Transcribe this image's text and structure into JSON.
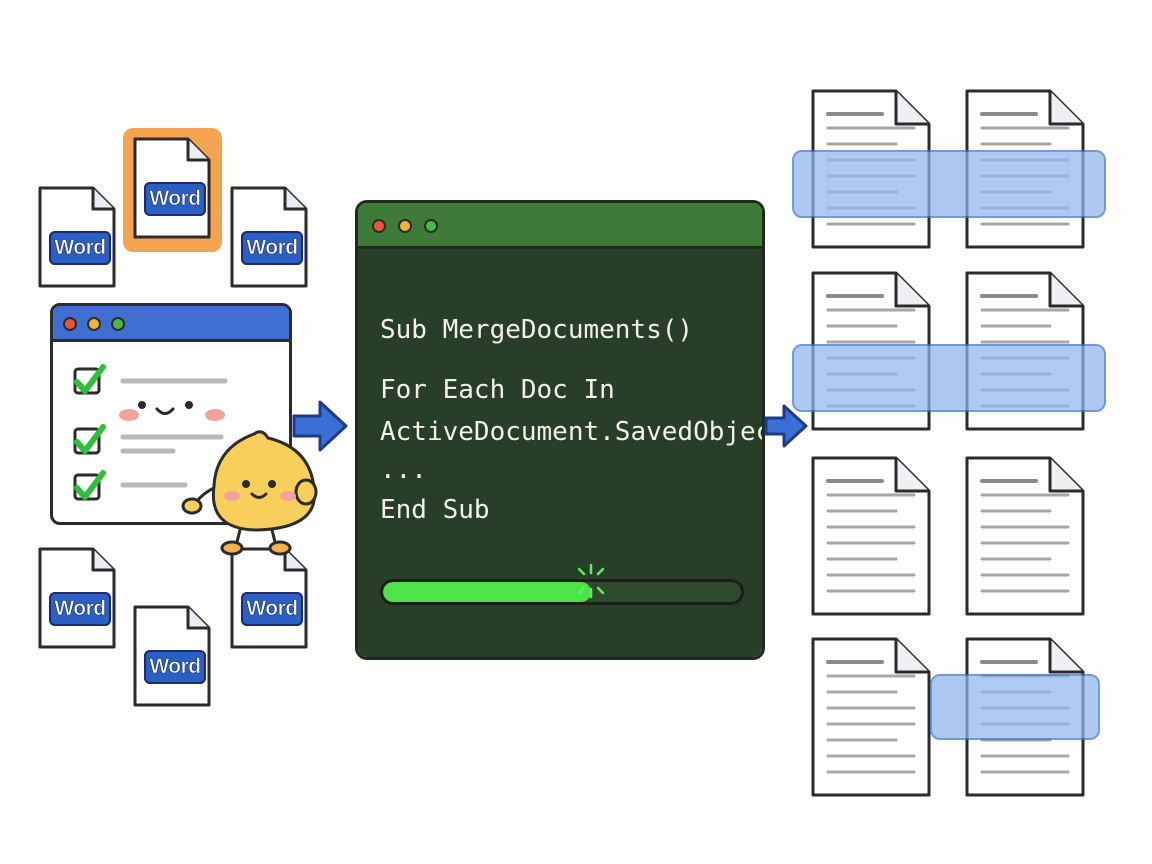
{
  "colors": {
    "word_blue": "#2b5fc4",
    "highlight_orange": "#f4a350",
    "checklist_titlebar": "#3e6fd1",
    "code_titlebar": "#3f7a3a",
    "code_background": "#283e28",
    "progress_fill": "#4ce34b",
    "progress_track": "#2f4a2f",
    "dot_red": "#e8553c",
    "dot_yellow": "#f2b33a",
    "dot_green": "#48b84a",
    "check_green": "#2fbf3a",
    "arrow_blue": "#3a6fd8",
    "band_blue": "#8fb6ef",
    "character_yellow": "#f7cf5a",
    "cheek_pink": "#f3a0a0"
  },
  "word_files": [
    {
      "label": "Word",
      "highlighted": true
    },
    {
      "label": "Word"
    },
    {
      "label": "Word"
    },
    {
      "label": "Word"
    },
    {
      "label": "Word"
    },
    {
      "label": "Word"
    }
  ],
  "checklist": {
    "items": [
      {
        "checked": true
      },
      {
        "checked": true
      },
      {
        "checked": true
      }
    ]
  },
  "code_window": {
    "lines": [
      "Sub MergeDocuments()",
      "For Each Doc In",
      "ActiveDocument.SavedObjects",
      "...",
      "End Sub"
    ],
    "progress": 0.58
  },
  "icons": {
    "file": "word-file-icon",
    "check": "checkmark-icon",
    "arrow": "arrow-right-icon",
    "document": "document-page-icon",
    "character": "lemon-mascot-icon"
  }
}
